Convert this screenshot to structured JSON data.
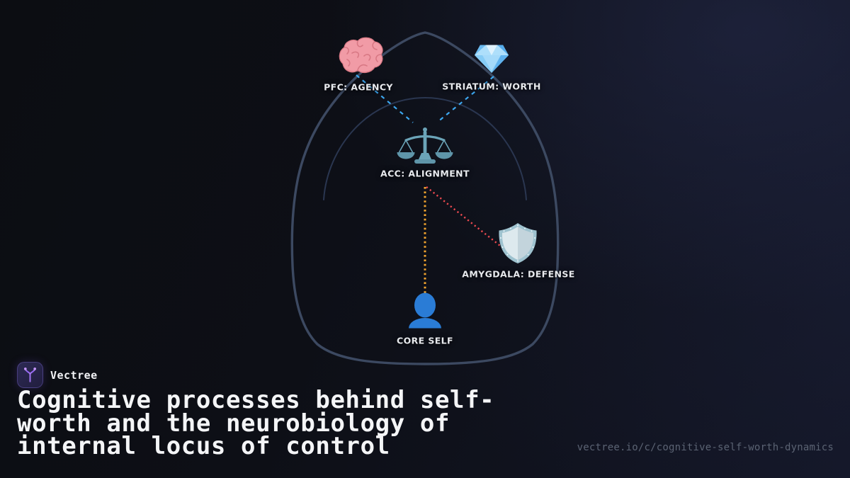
{
  "brand": {
    "name": "Vectree"
  },
  "title": {
    "full": "Cognitive processes behind self-worth and the neurobiology of internal locus of control",
    "lines": [
      "Cognitive processes behind self-",
      "worth and the neurobiology of",
      "internal locus of control"
    ]
  },
  "footer": {
    "url": "vectree.io/c/cognitive-self-worth-dynamics"
  },
  "diagram": {
    "nodes": [
      {
        "id": "pfc",
        "icon": "brain-icon",
        "label": "PFC: AGENCY"
      },
      {
        "id": "striatum",
        "icon": "gem-icon",
        "label": "STRIATUM: WORTH"
      },
      {
        "id": "acc",
        "icon": "scales-icon",
        "label": "ACC: ALIGNMENT"
      },
      {
        "id": "amygdala",
        "icon": "shield-icon",
        "label": "AMYGDALA: DEFENSE"
      },
      {
        "id": "core-self",
        "icon": "person-icon",
        "label": "CORE SELF"
      }
    ],
    "edges": [
      {
        "from": "pfc",
        "to": "acc",
        "style": "dashed",
        "color": "#3da9f2"
      },
      {
        "from": "striatum",
        "to": "acc",
        "style": "dashed",
        "color": "#3da9f2"
      },
      {
        "from": "acc",
        "to": "core-self",
        "style": "dotted",
        "color": "#f2a42e"
      },
      {
        "from": "acc",
        "to": "amygdala",
        "style": "dotted",
        "color": "#ee4a50"
      }
    ]
  },
  "colors": {
    "background_dark": "#0d0e15",
    "background_navy": "#131626",
    "head_outline": "#3c4961",
    "inner_arc": "#2a3650",
    "edge_blue": "#3da9f2",
    "edge_orange": "#f2a42e",
    "edge_red": "#ee4a50",
    "label_text": "#e8eaee",
    "title_text": "#f4f5f7",
    "url_text": "#5b6373",
    "brand_accent": "#a275f2"
  }
}
